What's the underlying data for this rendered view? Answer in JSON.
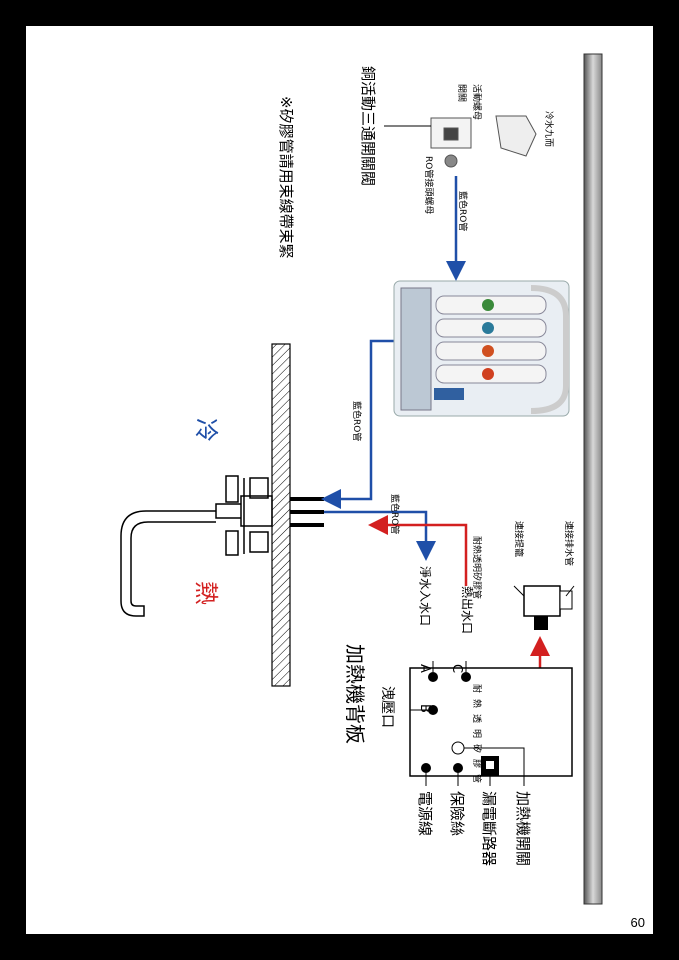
{
  "page_number": "60",
  "note": "※矽膠管請用束線帶束緊",
  "valve": {
    "title": "銅活動三通開關閥",
    "switch": "開關",
    "nut": "活動螺母",
    "cold_inlet": "冷水九而",
    "ro_nut": "RO管接頭螺母",
    "blue_ro_tube": "藍色RO管"
  },
  "labels": {
    "cold": "冷",
    "hot": "熱",
    "blue_ro_left": "藍色RO管",
    "blue_ro_vertical": "藍色RO管",
    "silicone_tube": "耐熱透明矽膠管",
    "clean_inlet": "淨水入水口",
    "hot_outlet": "熱出水口",
    "overflow_tray": "連接提籠",
    "drain": "連接排水管"
  },
  "heater": {
    "title": "加熱機背板",
    "relief": "洩壓口",
    "port_a": "A",
    "port_b": "B",
    "port_c": "C",
    "inner_tube": "耐熱透明矽膠管",
    "power": "電源線",
    "fuse": "保險絲",
    "breaker": "漏電斷路器",
    "switch": "加熱機開關"
  },
  "colors": {
    "blue": "#1f4fa8",
    "red": "#d32020",
    "hot_text": "#d32020",
    "cold_text": "#1f4fa8"
  }
}
